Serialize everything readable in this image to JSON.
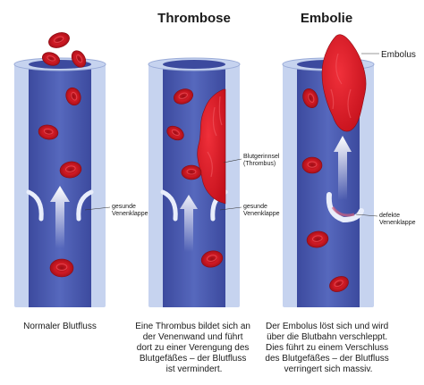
{
  "panels": [
    {
      "id": "normal",
      "title": "",
      "caption": [
        "Normaler Blutfluss"
      ],
      "labels": [
        {
          "id": "valve",
          "lines": [
            "gesunde",
            "Venenklappe"
          ]
        }
      ]
    },
    {
      "id": "thrombosis",
      "title": "Thrombose",
      "caption": [
        "Eine Thrombus bildet sich an",
        "der Venenwand und führt",
        "dort zu einer Verengung des",
        "Blutgefäßes – der Blutfluss",
        "ist vermindert."
      ],
      "labels": [
        {
          "id": "clot",
          "lines": [
            "Blutgerinnsel",
            "(Thrombus)"
          ]
        },
        {
          "id": "valve",
          "lines": [
            "gesunde",
            "Venenklappe"
          ]
        }
      ]
    },
    {
      "id": "embolism",
      "title": "Embolie",
      "caption": [
        "Der Embolus löst sich und wird",
        "über die Blutbahn verschleppt.",
        "Dies führt zu einem Verschluss",
        "des Blutgefäßes – der Blutfluss",
        "verringert sich massiv."
      ],
      "labels": [
        {
          "id": "embolus",
          "lines": [
            "Embolus"
          ]
        },
        {
          "id": "valve",
          "lines": [
            "defekte",
            "Venenklappe"
          ]
        }
      ]
    }
  ],
  "colors": {
    "vein_outer": "#c6d3ef",
    "vein_inner": "#5668bd",
    "vein_inner_dark": "#3c4a9e",
    "blood_cell": "#d01a24",
    "blood_cell_center": "#9c0e16",
    "clot": "#c5111c",
    "arrow": "#ffffff"
  },
  "icons": [
    "red-blood-cell",
    "flow-arrow",
    "vein-valve",
    "thrombus-clot",
    "embolus"
  ]
}
